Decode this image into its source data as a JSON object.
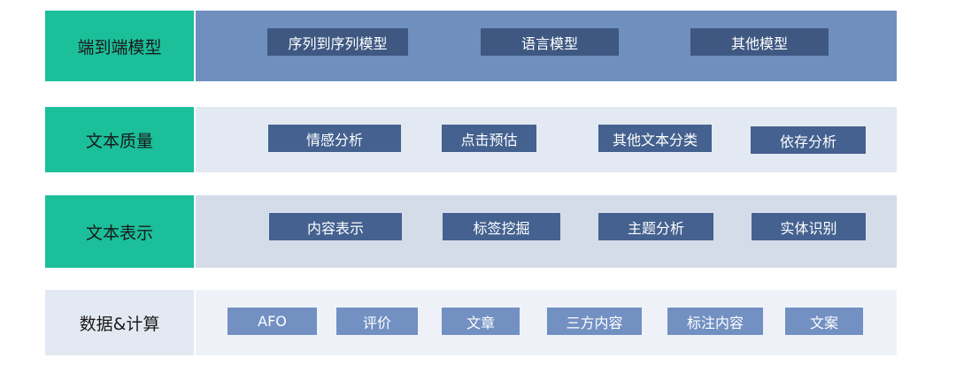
{
  "colors": {
    "label_green": "#1bbf9a",
    "row1_panel": "#6f8fbe",
    "row1_box": "#3e5882",
    "light_panel": "#e3e9f2",
    "mid_panel": "#d4dcea",
    "dark_box": "#44618f",
    "row4_box": "#7290c2"
  },
  "rows": [
    {
      "label": "端到端模型",
      "items": [
        "序列到序列模型",
        "语言模型",
        "其他模型"
      ]
    },
    {
      "label": "文本质量",
      "items": [
        "情感分析",
        "点击预估",
        "其他文本分类",
        "依存分析"
      ]
    },
    {
      "label": "文本表示",
      "items": [
        "内容表示",
        "标签挖掘",
        "主题分析",
        "实体识别"
      ]
    },
    {
      "label": "数据&计算",
      "items": [
        "AFO",
        "评价",
        "文章",
        "三方内容",
        "标注内容",
        "文案"
      ]
    }
  ]
}
